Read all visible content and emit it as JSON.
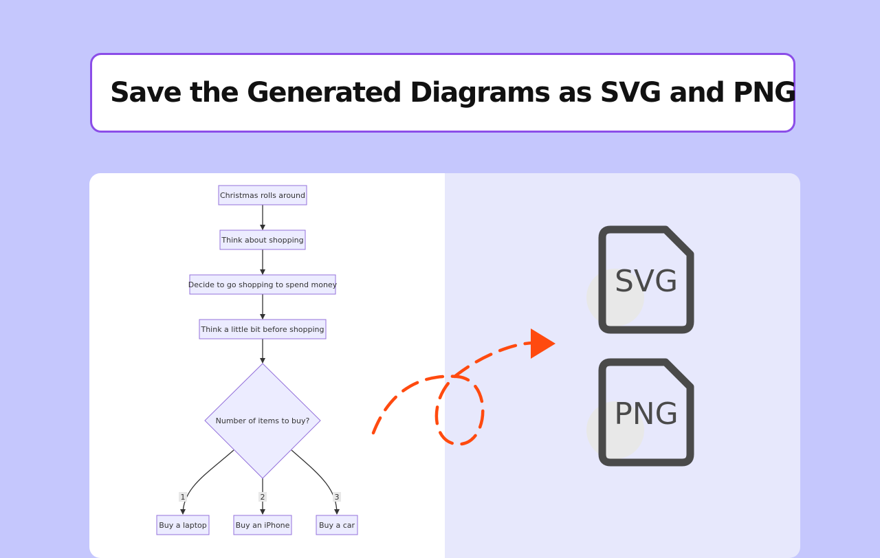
{
  "title": "Save the Generated Diagrams as SVG and PNG",
  "flowchart": {
    "nodes": {
      "start": "Christmas rolls around",
      "think_shopping": "Think about shopping",
      "decide": "Decide to go shopping to spend money",
      "think_bit": "Think a little bit before shopping",
      "decision": "Number of items to buy?",
      "laptop": "Buy a laptop",
      "iphone": "Buy an iPhone",
      "car": "Buy a car"
    },
    "edge_labels": {
      "one": "1",
      "two": "2",
      "three": "3"
    }
  },
  "files": {
    "svg_label": "SVG",
    "png_label": "PNG",
    "icon": "file-icon"
  },
  "colors": {
    "background": "#c5c7fd",
    "title_border": "#8b4de8",
    "node_fill": "#ececff",
    "node_border": "#9370db",
    "arrow": "#ff4a0f",
    "file_stroke": "#4a4a4a"
  }
}
